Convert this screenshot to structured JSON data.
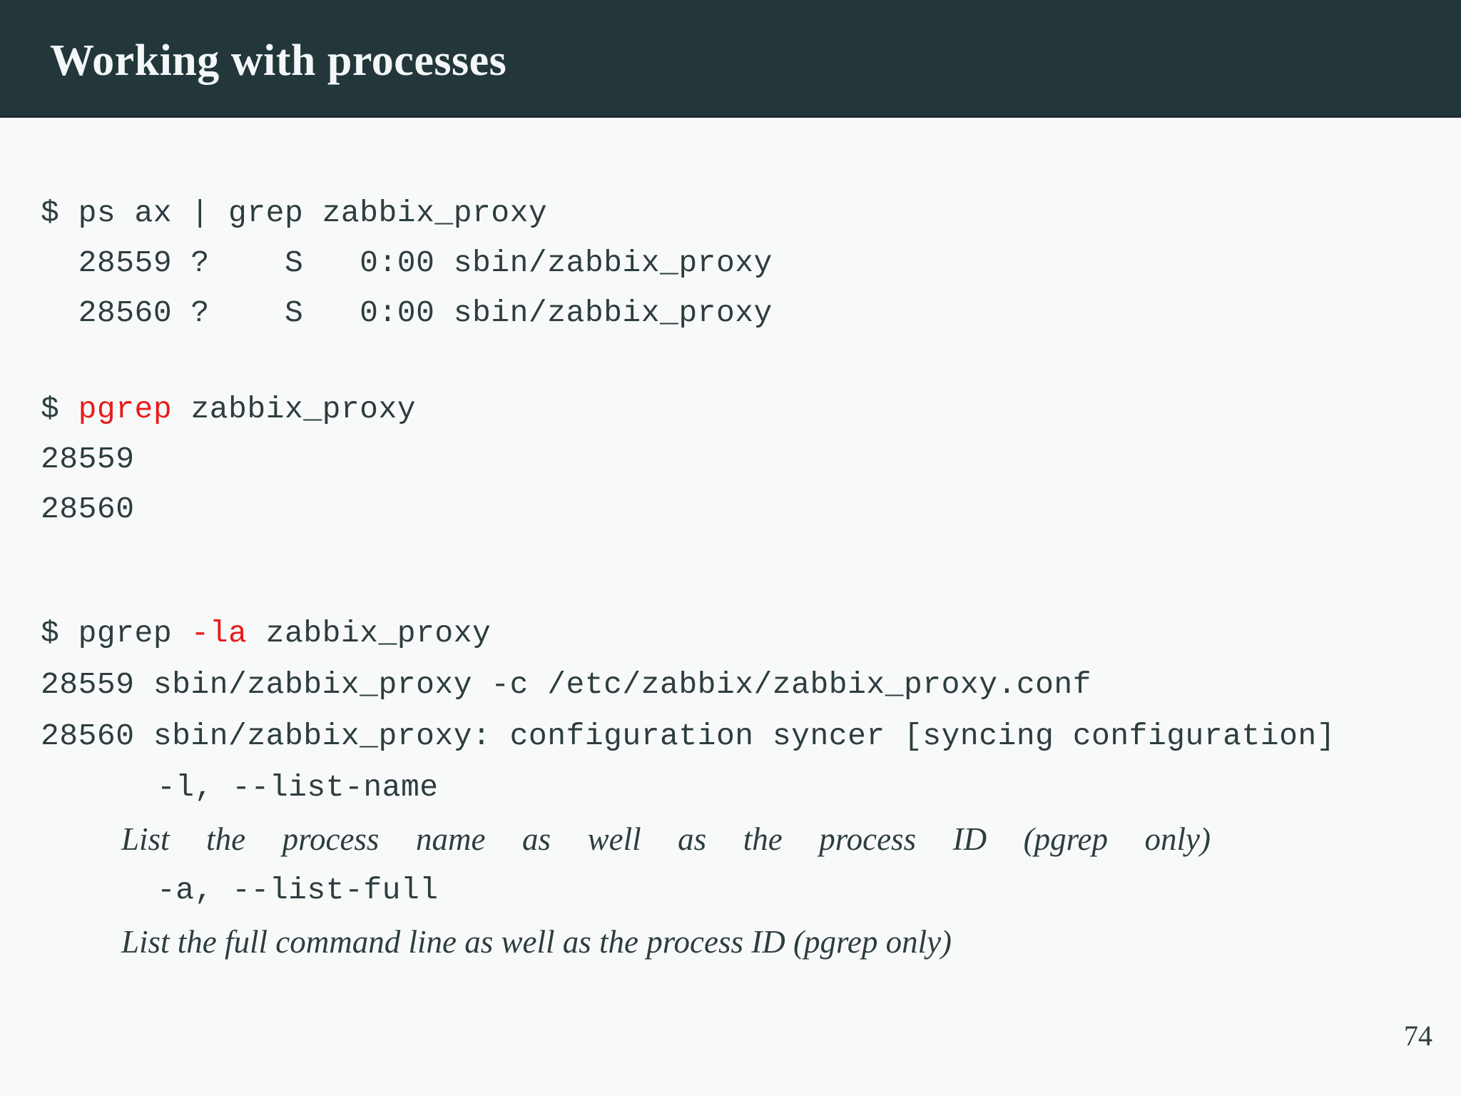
{
  "slide": {
    "title": "Working with processes",
    "page_number": "74",
    "colors": {
      "header_bg": "#23373b",
      "body_bg": "#f8fafa",
      "text": "#2d3d40",
      "highlight": "#ea1b1b"
    }
  },
  "terminal": {
    "blocks": [
      {
        "lines": [
          {
            "type": "command",
            "segments": [
              {
                "text": "$ ps ax | grep zabbix_proxy",
                "highlight": false
              }
            ]
          },
          {
            "type": "output",
            "segments": [
              {
                "text": "  28559 ?    S   0:00 sbin/zabbix_proxy",
                "highlight": false
              }
            ]
          },
          {
            "type": "output",
            "segments": [
              {
                "text": "  28560 ?    S   0:00 sbin/zabbix_proxy",
                "highlight": false
              }
            ]
          }
        ]
      },
      {
        "lines": [
          {
            "type": "command",
            "segments": [
              {
                "text": "$ ",
                "highlight": false
              },
              {
                "text": "pgrep",
                "highlight": true
              },
              {
                "text": " zabbix_proxy",
                "highlight": false
              }
            ]
          },
          {
            "type": "output",
            "segments": [
              {
                "text": "28559",
                "highlight": false
              }
            ]
          },
          {
            "type": "output",
            "segments": [
              {
                "text": "28560",
                "highlight": false
              }
            ]
          }
        ]
      },
      {
        "lines": [
          {
            "type": "command",
            "segments": [
              {
                "text": "$ pgrep ",
                "highlight": false
              },
              {
                "text": "-la",
                "highlight": true
              },
              {
                "text": " zabbix_proxy",
                "highlight": false
              }
            ]
          },
          {
            "type": "output",
            "segments": [
              {
                "text": "28559 sbin/zabbix_proxy -c /etc/zabbix/zabbix_proxy.conf",
                "highlight": false
              }
            ]
          },
          {
            "type": "output",
            "segments": [
              {
                "text": "28560 sbin/zabbix_proxy: configuration syncer [syncing configuration]",
                "highlight": false
              }
            ]
          },
          {
            "type": "option",
            "segments": [
              {
                "text": "-l, --list-name",
                "highlight": false
              }
            ]
          },
          {
            "type": "description-justified",
            "segments": [
              {
                "text": "List the process name as well as the process ID (pgrep only)",
                "highlight": false
              }
            ]
          },
          {
            "type": "option",
            "segments": [
              {
                "text": "-a, --list-full",
                "highlight": false
              }
            ]
          },
          {
            "type": "description",
            "segments": [
              {
                "text": "List the full command line as well as the process ID (pgrep only)",
                "highlight": false
              }
            ]
          }
        ]
      }
    ]
  }
}
